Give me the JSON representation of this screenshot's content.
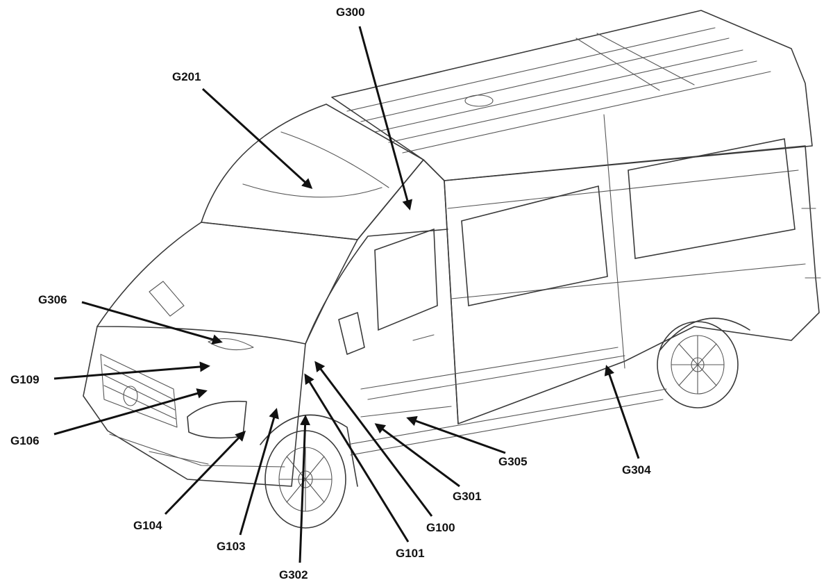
{
  "diagram": {
    "colors": {
      "line": "#3a3a3a",
      "leader": "#111111",
      "background": "#ffffff"
    },
    "callouts": [
      {
        "id": "G300",
        "label": "G300"
      },
      {
        "id": "G201",
        "label": "G201"
      },
      {
        "id": "G306",
        "label": "G306"
      },
      {
        "id": "G109",
        "label": "G109"
      },
      {
        "id": "G106",
        "label": "G106"
      },
      {
        "id": "G104",
        "label": "G104"
      },
      {
        "id": "G103",
        "label": "G103"
      },
      {
        "id": "G302",
        "label": "G302"
      },
      {
        "id": "G101",
        "label": "G101"
      },
      {
        "id": "G100",
        "label": "G100"
      },
      {
        "id": "G301",
        "label": "G301"
      },
      {
        "id": "G305",
        "label": "G305"
      },
      {
        "id": "G304",
        "label": "G304"
      }
    ]
  }
}
